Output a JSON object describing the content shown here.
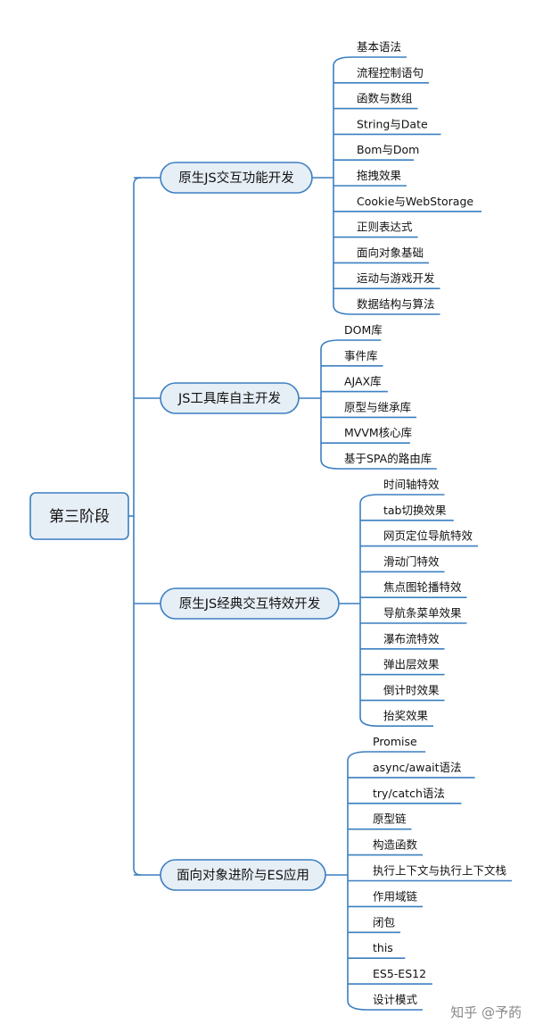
{
  "root": {
    "label": "第三阶段"
  },
  "branches": [
    {
      "label": "原生JS交互功能开发",
      "children": [
        "基本语法",
        "流程控制语句",
        "函数与数组",
        "String与Date",
        "Bom与Dom",
        "拖拽效果",
        "Cookie与WebStorage",
        "正则表达式",
        "面向对象基础",
        "运动与游戏开发",
        "数据结构与算法"
      ]
    },
    {
      "label": "JS工具库自主开发",
      "children": [
        "DOM库",
        "事件库",
        "AJAX库",
        "原型与继承库",
        "MVVM核心库",
        "基于SPA的路由库"
      ]
    },
    {
      "label": "原生JS经典交互特效开发",
      "children": [
        "时间轴特效",
        "tab切换效果",
        "网页定位导航特效",
        "滑动门特效",
        "焦点图轮播特效",
        "导航条菜单效果",
        "瀑布流特效",
        "弹出层效果",
        "倒计时效果",
        "抬奖效果"
      ]
    },
    {
      "label": "面向对象进阶与ES应用",
      "children": [
        "Promise",
        "async/await语法",
        "try/catch语法",
        "原型链",
        "构造函数",
        "执行上下文与执行上下文栈",
        "作用域链",
        "闭包",
        "this",
        "ES5-ES12",
        "设计模式"
      ]
    }
  ],
  "watermark": "知乎 @予菂",
  "colors": {
    "line": "#3b7fc1",
    "node_fill": "#e6eef6"
  }
}
